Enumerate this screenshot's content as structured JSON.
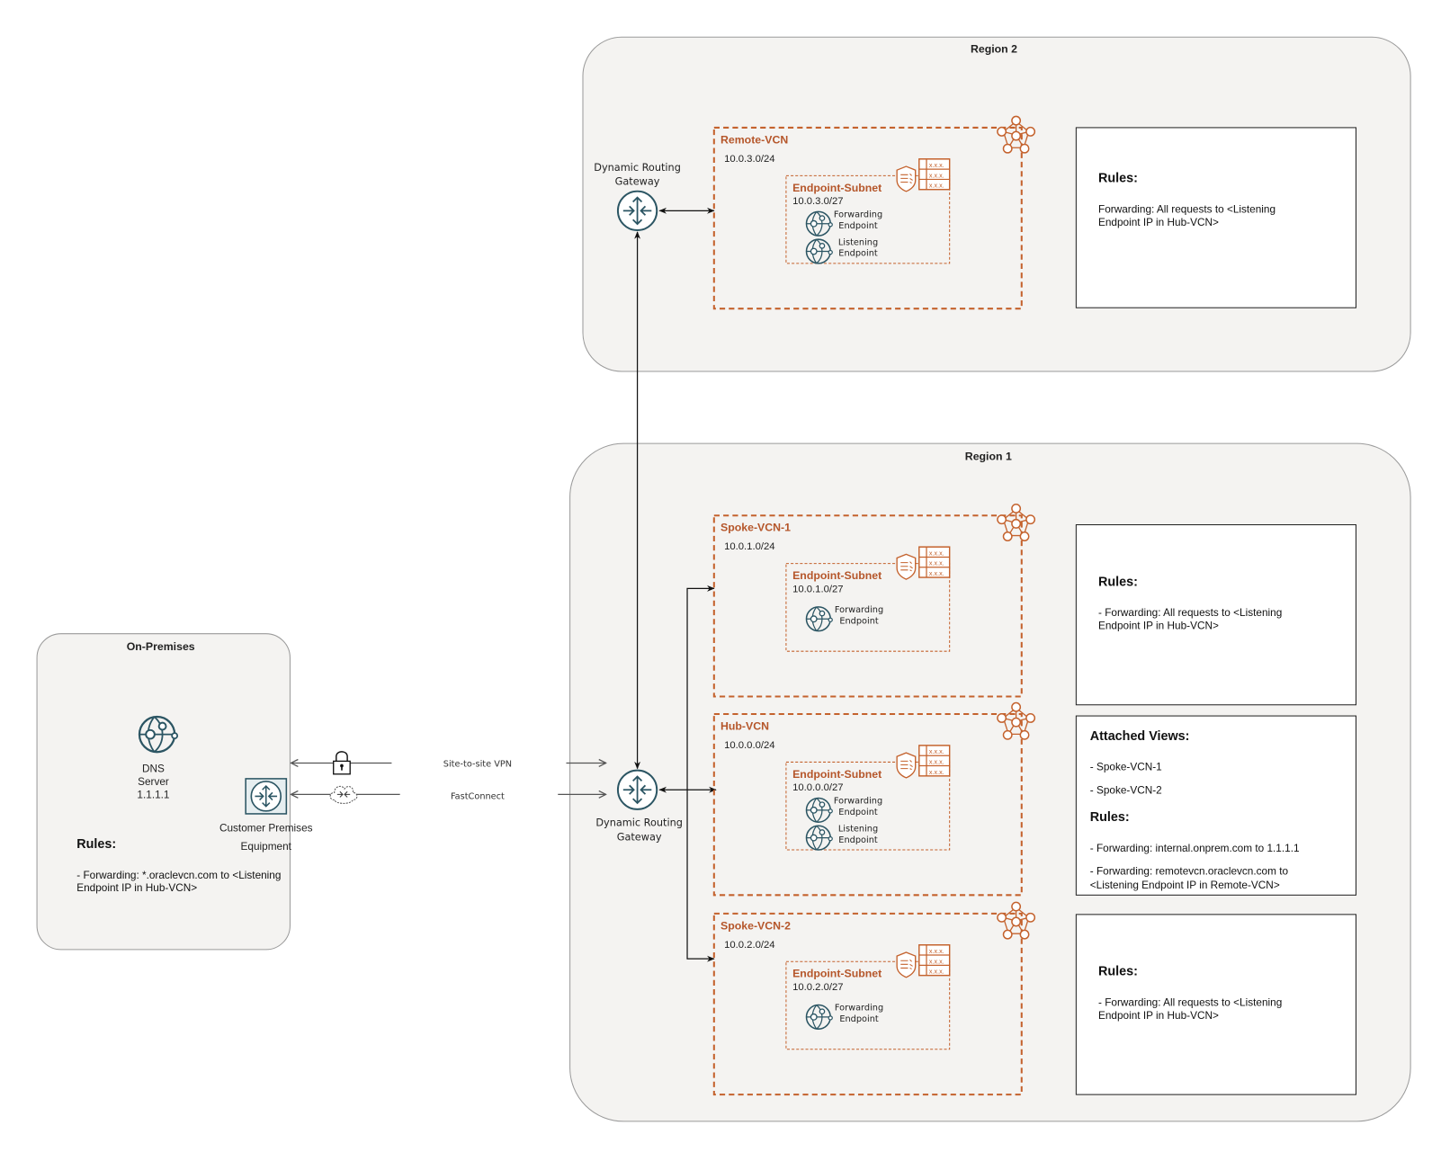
{
  "diagram": {
    "colors": {
      "vcn_accent": "#c4622d",
      "icon_teal": "#2b5563",
      "region_fill": "#f4f3f1"
    },
    "on_premises": {
      "title": "On-Premises",
      "dns_server": {
        "line1": "DNS",
        "line2": "Server",
        "ip": "1.1.1.1",
        "icon": "dns-globe-icon"
      },
      "cpe": {
        "line1": "Customer Premises",
        "line2": "Equipment",
        "icon": "router-icon"
      },
      "rules_title": "Rules:",
      "rules": [
        "- Forwarding: *.oraclevcn.com to <Listening",
        "Endpoint IP in Hub-VCN>"
      ]
    },
    "connections": {
      "vpn": {
        "label": "Site-to-site VPN",
        "icon": "lock-icon"
      },
      "fastconnect": {
        "label": "FastConnect",
        "icon": "cloud-icon"
      }
    },
    "region2": {
      "title": "Region 2",
      "drg": {
        "line1": "Dynamic Routing",
        "line2": "Gateway"
      },
      "rules_panel": {
        "title": "Rules:",
        "lines": [
          "Forwarding: All requests to <Listening",
          "Endpoint IP in Hub-VCN>"
        ]
      }
    },
    "region1": {
      "title": "Region 1",
      "drg": {
        "line1": "Dynamic Routing",
        "line2": "Gateway"
      },
      "spoke1_panel": {
        "title": "Rules:",
        "lines": [
          "- Forwarding: All requests to <Listening",
          "Endpoint IP in Hub-VCN>"
        ]
      },
      "hub_panel": {
        "views_title": "Attached  Views:",
        "views": [
          "- Spoke-VCN-1",
          "- Spoke-VCN-2"
        ],
        "title": "Rules:",
        "lines": [
          "- Forwarding: internal.onprem.com to 1.1.1.1",
          "- Forwarding: remotevcn.oraclevcn.com to",
          "<Listening Endpoint IP in Remote-VCN>"
        ]
      },
      "spoke2_panel": {
        "title": "Rules:",
        "lines": [
          "- Forwarding: All requests to <Listening",
          "Endpoint IP in Hub-VCN>"
        ]
      }
    },
    "vcns": [
      {
        "name": "Remote-VCN",
        "cidr": "10.0.3.0/24",
        "subnet_name": "Endpoint-Subnet",
        "subnet_cidr": "10.0.3.0/27",
        "table_text": "x.x.x.",
        "endpoints": [
          {
            "line1": "Forwarding",
            "line2": "Endpoint"
          },
          {
            "line1": "Listening",
            "line2": "Endpoint"
          }
        ]
      },
      {
        "name": "Spoke-VCN-1",
        "cidr": "10.0.1.0/24",
        "subnet_name": "Endpoint-Subnet",
        "subnet_cidr": "10.0.1.0/27",
        "table_text": "x.x.x.",
        "endpoints": [
          {
            "line1": "Forwarding",
            "line2": "Endpoint"
          }
        ]
      },
      {
        "name": "Hub-VCN",
        "cidr": "10.0.0.0/24",
        "subnet_name": "Endpoint-Subnet",
        "subnet_cidr": "10.0.0.0/27",
        "table_text": "x.x.x.",
        "endpoints": [
          {
            "line1": "Forwarding",
            "line2": "Endpoint"
          },
          {
            "line1": "Listening",
            "line2": "Endpoint"
          }
        ]
      },
      {
        "name": "Spoke-VCN-2",
        "cidr": "10.0.2.0/24",
        "subnet_name": "Endpoint-Subnet",
        "subnet_cidr": "10.0.2.0/27",
        "table_text": "x.x.x.",
        "endpoints": [
          {
            "line1": "Forwarding",
            "line2": "Endpoint"
          }
        ]
      }
    ]
  }
}
